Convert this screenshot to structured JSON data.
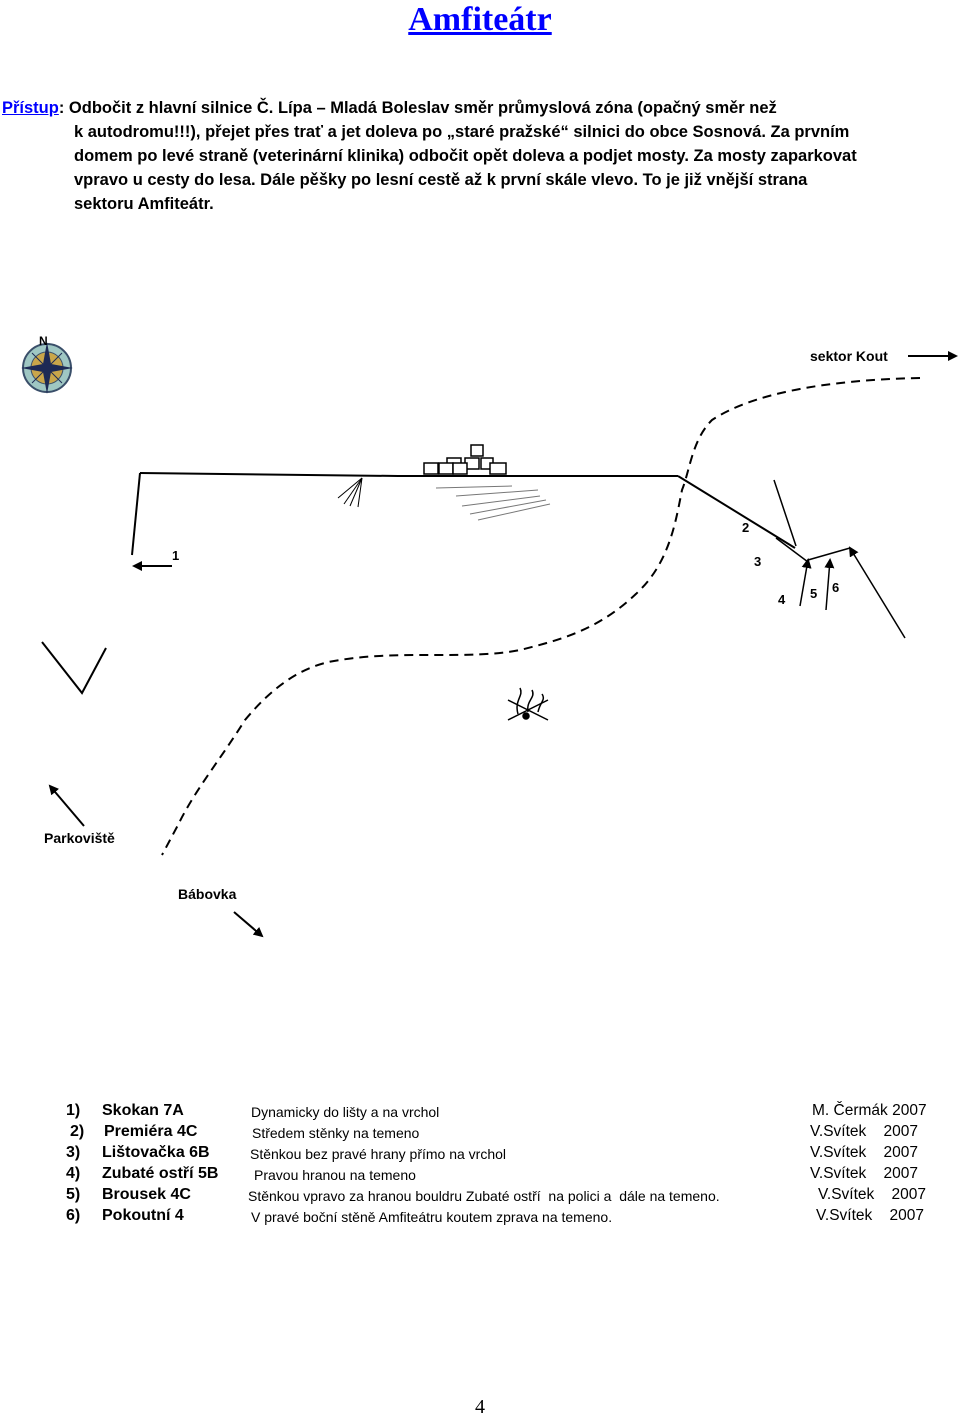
{
  "title": "Amfiteátr",
  "access": {
    "label": "Přístup",
    "line1": ": Odbočit z hlavní silnice Č. Lípa – Mladá Boleslav směr průmyslová zóna (opačný směr než",
    "line2": "k autodromu!!!), přejet přes trať a jet doleva po „staré pražské“ silnici do obce Sosnová. Za prvním",
    "line3": "domem po levé straně (veterinární klinika) odbočit opět doleva a podjet mosty. Za mosty zaparkovat",
    "line4": "vpravo u cesty do lesa. Dále pěšky po lesní cestě až k první skále vlevo. To je již vnější strana",
    "line5": "sektoru Amfiteátr."
  },
  "map": {
    "compass_letter": "N",
    "sektor_kout": "sektor Kout",
    "parkoviste": "Parkoviště",
    "babovka": "Bábovka",
    "markers": [
      "1",
      "2",
      "3",
      "4",
      "5",
      "6"
    ]
  },
  "routes": [
    {
      "num": "1)",
      "name": "Skokan 7A",
      "desc": "Dynamicky do lišty a na vrchol",
      "author": "M. Čermák 2007"
    },
    {
      "num": "2)",
      "name": "Premiéra 4C",
      "desc": "Středem stěnky na temeno",
      "author": "V.Svítek    2007"
    },
    {
      "num": "3)",
      "name": "Lištovačka 6B",
      "desc": "Stěnkou bez pravé hrany přímo na vrchol",
      "author": "V.Svítek    2007"
    },
    {
      "num": "4)",
      "name": "Zubaté ostří 5B",
      "desc": "Pravou hranou na temeno",
      "author": "V.Svítek    2007"
    },
    {
      "num": "5)",
      "name": "Brousek 4C",
      "desc": "Stěnkou vpravo za hranou bouldru Zubaté ostří  na polici a  dále na temeno.",
      "author": "V.Svítek    2007"
    },
    {
      "num": "6)",
      "name": "Pokoutní 4",
      "desc": "V pravé boční stěně Amfiteátru koutem zprava na temeno.",
      "author": "V.Svítek    2007"
    }
  ],
  "page_number": "4"
}
